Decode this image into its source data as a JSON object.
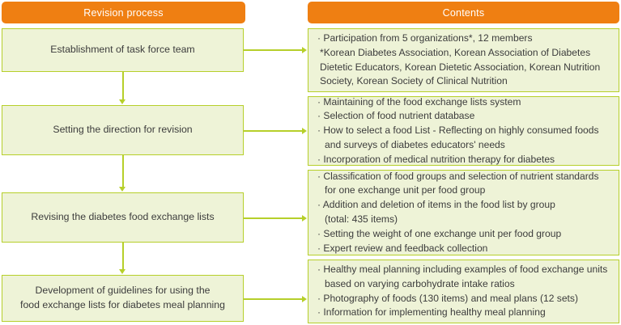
{
  "headers": {
    "left": "Revision process",
    "right": "Contents"
  },
  "colors": {
    "header_bg": "#EF7F12",
    "header_text": "#FFFFFF",
    "box_bg": "#EEF3D7",
    "box_border": "#B6CF2A",
    "connector": "#B6CF2A",
    "body_text": "#3C3C3C"
  },
  "rows": [
    {
      "process": "Establishment of task force team",
      "contents": [
        {
          "bullet": true,
          "text": "Participation from 5 organizations*, 12 members"
        },
        {
          "bullet": false,
          "text": "*Korean Diabetes Association, Korean Association of Diabetes\n Dietetic Educators, Korean Dietetic Association, Korean Nutrition\n Society, Korean Society of Clinical Nutrition"
        }
      ]
    },
    {
      "process": "Setting the direction for revision",
      "contents": [
        {
          "bullet": true,
          "text": "Maintaining of the food exchange lists system"
        },
        {
          "bullet": true,
          "text": "Selection of food nutrient database"
        },
        {
          "bullet": true,
          "text": "How to select a food List - Reflecting on highly consumed foods\nand surveys of diabetes educators' needs"
        },
        {
          "bullet": true,
          "text": "Incorporation of medical nutrition therapy for diabetes"
        }
      ]
    },
    {
      "process": "Revising the diabetes food exchange lists",
      "contents": [
        {
          "bullet": true,
          "text": "Classification of food groups and selection of nutrient standards\nfor one exchange unit per food group"
        },
        {
          "bullet": true,
          "text": "Addition and deletion of items in the food list by group\n(total: 435 items)"
        },
        {
          "bullet": true,
          "text": "Setting the weight of one exchange unit per food group"
        },
        {
          "bullet": true,
          "text": "Expert review and feedback collection"
        }
      ]
    },
    {
      "process": "Development of guidelines for using the\nfood exchange lists for diabetes meal planning",
      "contents": [
        {
          "bullet": true,
          "text": "Healthy meal planning including examples of food exchange units\nbased on varying carbohydrate intake ratios"
        },
        {
          "bullet": true,
          "text": "Photography of foods (130 items) and meal plans (12 sets)"
        },
        {
          "bullet": true,
          "text": "Information for implementing healthy meal planning"
        }
      ]
    }
  ]
}
